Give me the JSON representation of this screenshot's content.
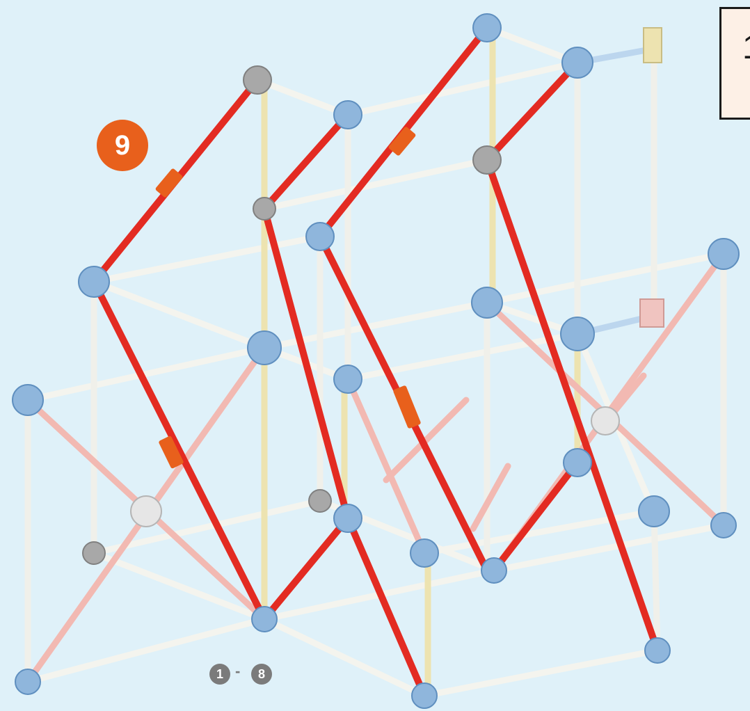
{
  "step": {
    "number": "9"
  },
  "previous_steps": {
    "from": "1",
    "separator": "-",
    "to": "8"
  },
  "callout": {
    "number_fragment": "1"
  },
  "colors": {
    "background": "#dff1f9",
    "red_rod": "#e32b22",
    "white_rod": "#f4f4ee",
    "yellow_rod": "#ede3b0",
    "pink_rod": "#f2b9b2",
    "blue_connector": "#8fb6dc",
    "gray_connector": "#a8a8a8",
    "orange_badge": "#e8601c"
  }
}
